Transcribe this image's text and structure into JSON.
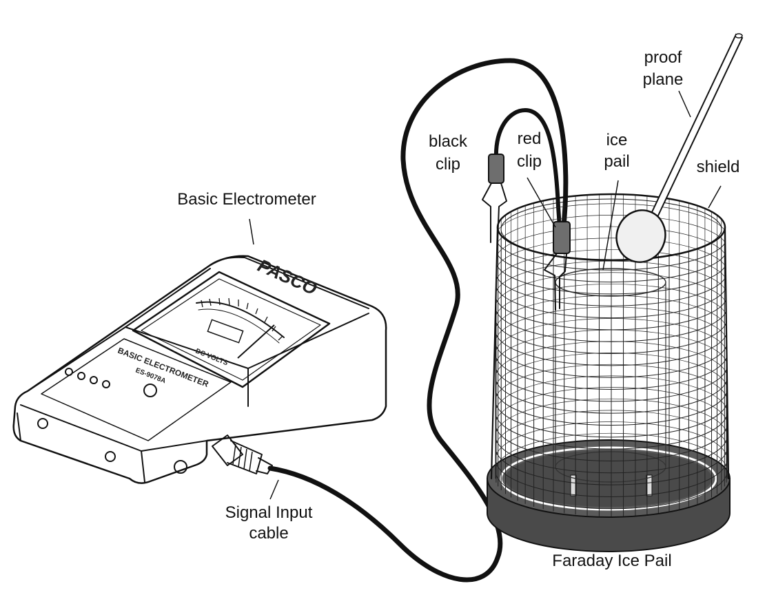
{
  "labels": {
    "basic_electrometer": "Basic Electrometer",
    "signal_input_cable_1": "Signal Input",
    "signal_input_cable_2": "cable",
    "black_clip_1": "black",
    "black_clip_2": "clip",
    "red_clip_1": "red",
    "red_clip_2": "clip",
    "ice_pail_1": "ice",
    "ice_pail_2": "pail",
    "proof_plane_1": "proof",
    "proof_plane_2": "plane",
    "shield": "shield",
    "faraday_ice_pail": "Faraday Ice Pail"
  },
  "device": {
    "brand": "PASCO",
    "panel_title": "BASIC ELECTROMETER",
    "model": "ES-9078A",
    "meter_units": "DC VOLTS"
  },
  "colors": {
    "ink": "#111111",
    "base_fill": "#4a4a4a",
    "clip_fill": "#6e6e6e",
    "mesh": "#222222"
  }
}
